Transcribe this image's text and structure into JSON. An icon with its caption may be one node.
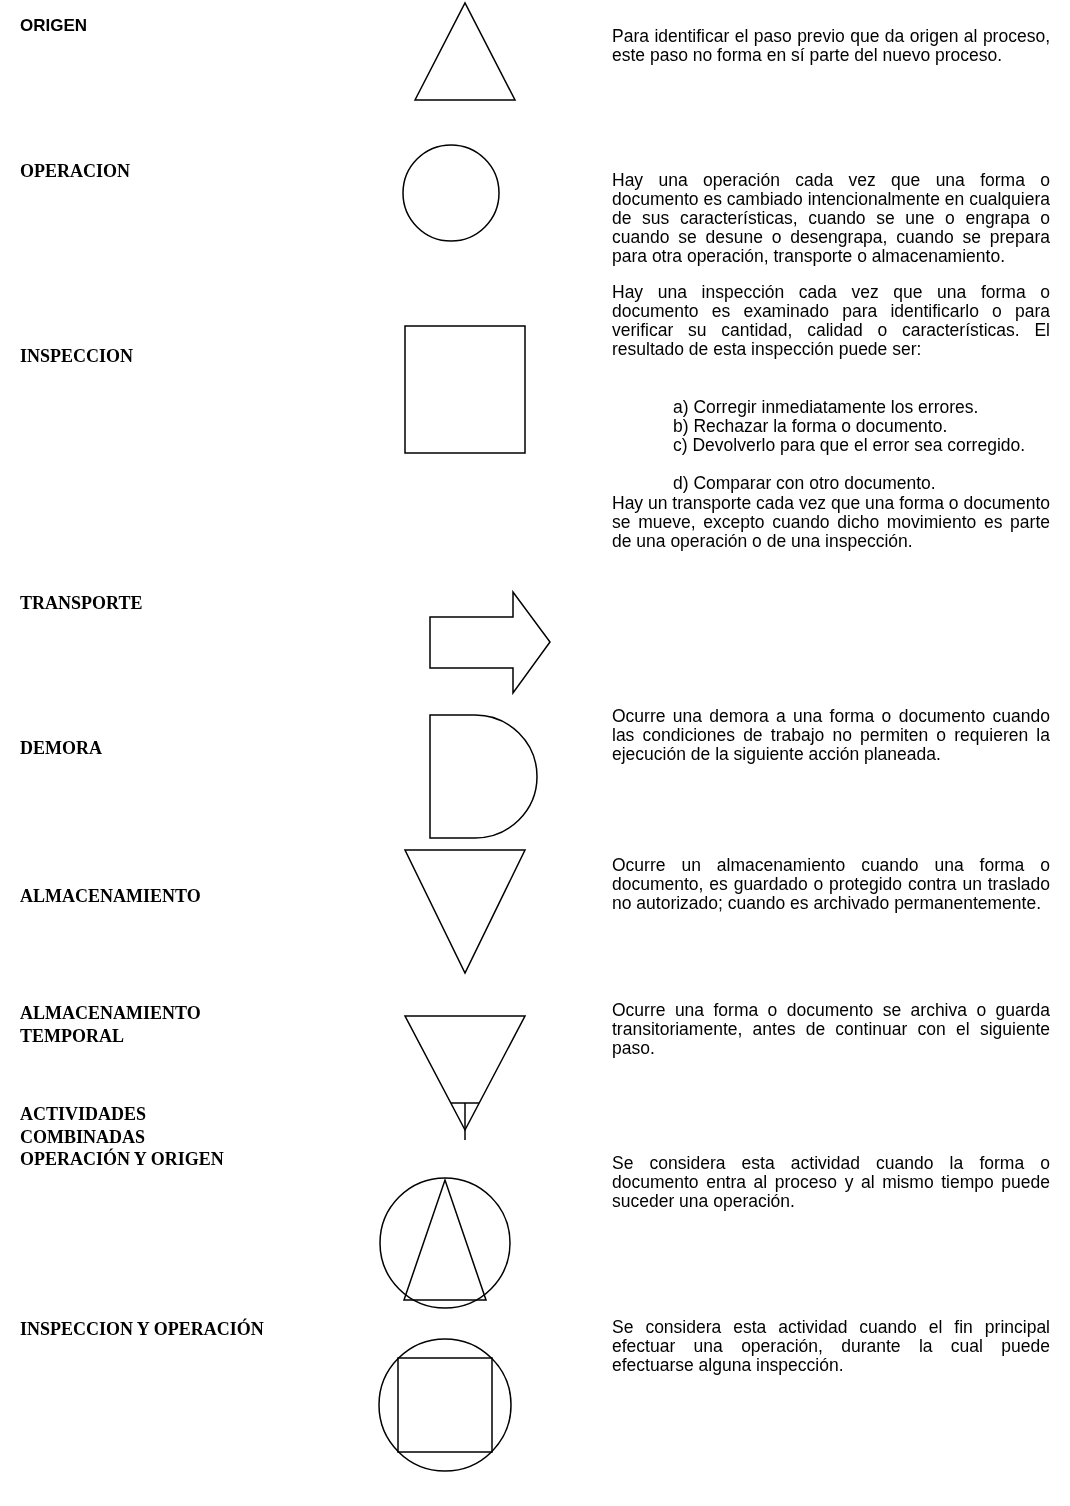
{
  "diagram": {
    "nodes": [
      {
        "text": [],
        "shape": "triangle"
      },
      {
        "text": [],
        "shape": "circle"
      },
      {
        "text": [],
        "shape": "box"
      },
      {
        "text": [],
        "shape": "arrow"
      },
      {
        "text": [],
        "shape": "delay"
      },
      {
        "text": [],
        "shape": "triangle"
      },
      {
        "text": [],
        "shape": "triangle"
      },
      {
        "text": [],
        "shape": "circle"
      },
      {
        "text": [],
        "shape": "circle"
      }
    ],
    "labels": [
      "ORIGEN",
      "Para identificar el paso previo que da origen al proceso, este paso no forma en sí parte del nuevo proceso.",
      "OPERACION",
      "Hay una operación cada vez que una forma o documento es cambiado intencionalmente en cualquiera de sus características, cuando se une o engrapa o cuando se desune o desengrapa, cuando se prepara para otra operación, transporte o almacenamiento.",
      "INSPECCION",
      "Hay una inspección cada vez que una forma o documento es examinado para identificarlo o para verificar su cantidad, calidad o características. El resultado de esta inspección puede ser:",
      "a) Corregir inmediatamente los errores.",
      "b) Rechazar la forma o documento.",
      "c) Devolverlo para que el error sea corregido.",
      "d) Comparar con otro documento.",
      "TRANSPORTE",
      "Hay un transporte cada vez que una forma o documento se mueve, excepto cuando dicho movimiento es parte de una operación o de una inspección.",
      "DEMORA",
      "Ocurre una demora a una forma o documento cuando las condiciones de trabajo no permiten o requieren la ejecución de la siguiente acción planeada.",
      "ALMACENAMIENTO",
      "Ocurre un almacenamiento cuando una forma o documento, es guardado o protegido contra un traslado no autorizado; cuando es archivado permanentemente.",
      "ALMACENAMIENTO TEMPORAL",
      "Ocurre una forma o documento se archiva o guarda transitoriamente, antes de continuar con el siguiente paso.",
      "ACTIVIDADES COMBINADAS",
      "OPERACIÓN Y ORIGEN",
      "Se considera esta actividad cuando la forma o documento entra al proceso y al mismo tiempo puede suceder una operación.",
      "INSPECCION Y OPERACIÓN",
      "Se considera esta actividad cuando el fin principal efectuar una operación, durante la cual puede efectuarse alguna inspección."
    ]
  }
}
